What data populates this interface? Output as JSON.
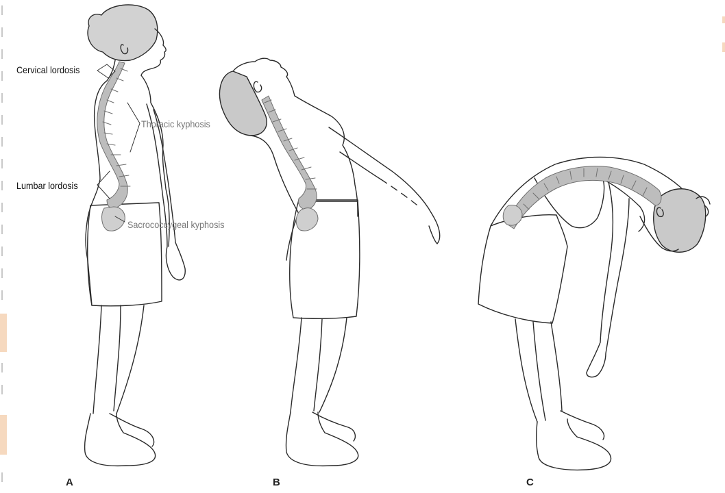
{
  "labels": {
    "cervical": "Cervical lordosis",
    "thoracic": "Thoracic kyphosis",
    "lumbar": "Lumbar lordosis",
    "sacrococcygeal": "Sacrococcygeal kyphosis"
  },
  "panels": {
    "a": "A",
    "b": "B",
    "c": "C"
  },
  "colors": {
    "line": "#2a2a2a",
    "spine_fill": "#bdbdbd",
    "hair_fill": "#c9c9c9",
    "label_dark": "#111111",
    "label_grey": "#777777",
    "edge_tab": "#f6d9bf"
  }
}
